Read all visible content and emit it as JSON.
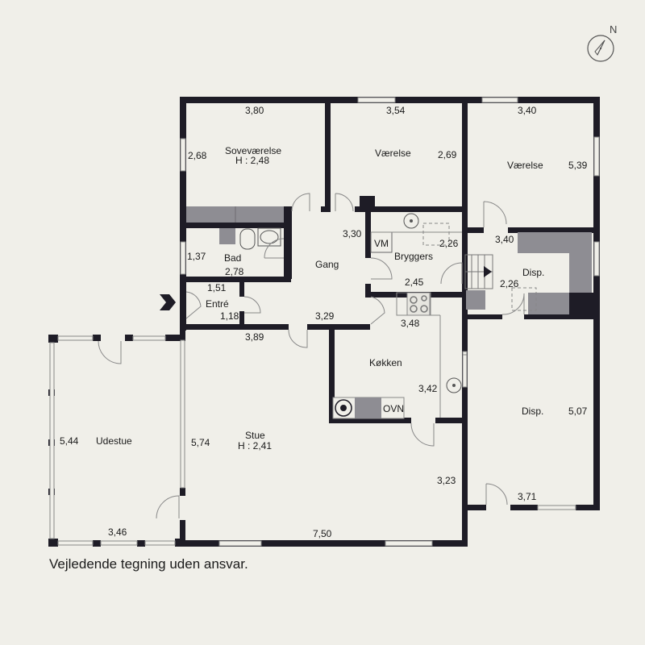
{
  "plan": {
    "disclaimer": "Vejledende tegning uden ansvar.",
    "compass": {
      "label": "N"
    },
    "colors": {
      "background": "#f0efe9",
      "wall": "#1e1c26",
      "fixture": "#8e8d93"
    },
    "rooms": [
      {
        "name": "Soveværelse",
        "height": "H : 2,48",
        "dims": [
          "3,80",
          "2,68"
        ]
      },
      {
        "name": "Værelse",
        "dims": [
          "3,54",
          "2,69"
        ]
      },
      {
        "name": "Værelse",
        "dims": [
          "3,40",
          "5,39"
        ]
      },
      {
        "name": "Bad",
        "dims": [
          "2,78",
          "1,37"
        ]
      },
      {
        "name": "Gang",
        "dims": [
          "3,30",
          "3,29"
        ]
      },
      {
        "name": "Bryggers",
        "dims": [
          "2,26",
          "2,45"
        ]
      },
      {
        "name": "Disp.",
        "dims": [
          "3,40",
          "2,26"
        ]
      },
      {
        "name": "Entré",
        "dims": [
          "1,51",
          "1,18"
        ]
      },
      {
        "name": "Køkken",
        "dims": [
          "3,48",
          "3,42"
        ]
      },
      {
        "name": "Disp.",
        "dims": [
          "5,07",
          "3,71"
        ]
      },
      {
        "name": "Udestue",
        "dims": [
          "5,44",
          "3,46"
        ]
      },
      {
        "name": "Stue",
        "height": "H : 2,41",
        "dims": [
          "3,89",
          "5,74",
          "7,50",
          "3,23"
        ]
      }
    ],
    "fixtures": {
      "vm": "VM",
      "ovn": "OVN"
    }
  }
}
